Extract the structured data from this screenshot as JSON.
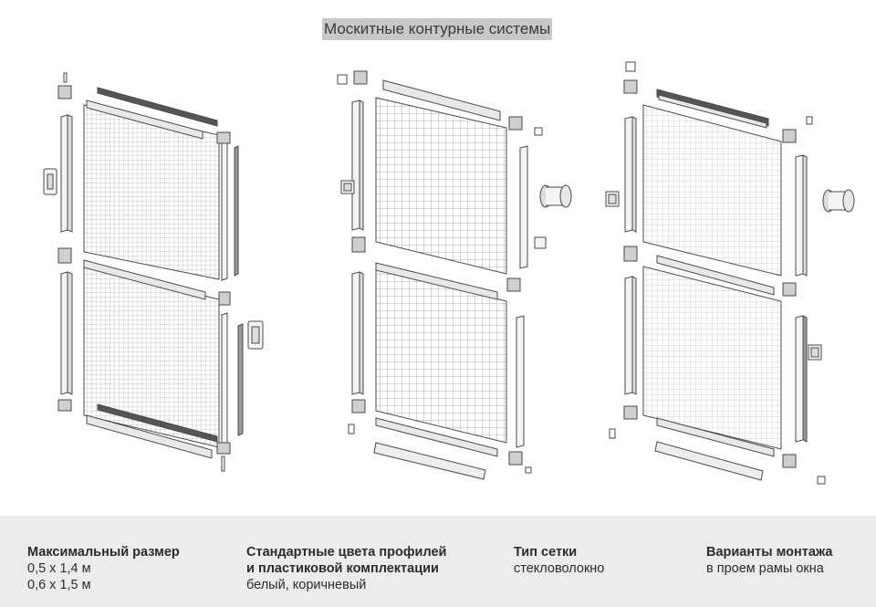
{
  "page": {
    "title": "Москитные контурные системы"
  },
  "illustration": {
    "panels": [
      {
        "style": "dense-mesh",
        "handle": "pull-tab"
      },
      {
        "style": "square-grid",
        "handle": "reel"
      },
      {
        "style": "dotted-mesh",
        "handle": "reel"
      }
    ],
    "colors": {
      "stroke": "#4a4a4a",
      "frame_fill": "#f4f4f4",
      "mesh": "#b8b8b8",
      "dark_bar": "#555555"
    }
  },
  "specs": [
    {
      "heading": "Максимальный размер",
      "values": "0,5 х 1,4 м\n0,6 х 1,5 м"
    },
    {
      "heading": "Стандартные цвета профилей\nи пластиковой комплектации",
      "values": "белый, коричневый"
    },
    {
      "heading": "Тип сетки",
      "values": "стекловолокно"
    },
    {
      "heading": "Варианты монтажа",
      "values": "в проем рамы окна"
    }
  ]
}
